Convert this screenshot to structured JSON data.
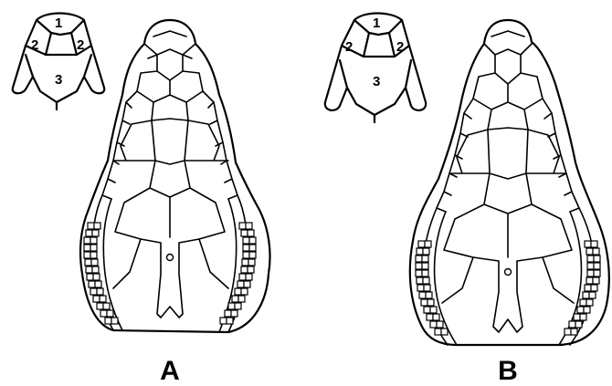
{
  "panels": [
    {
      "id": "A",
      "label": "A",
      "inset_labels": [
        "1",
        "2",
        "2",
        "3"
      ]
    },
    {
      "id": "B",
      "label": "B",
      "inset_labels": [
        "1",
        "2",
        "2",
        "3"
      ]
    }
  ],
  "colors": {
    "line": "#000000",
    "background": "#ffffff"
  }
}
